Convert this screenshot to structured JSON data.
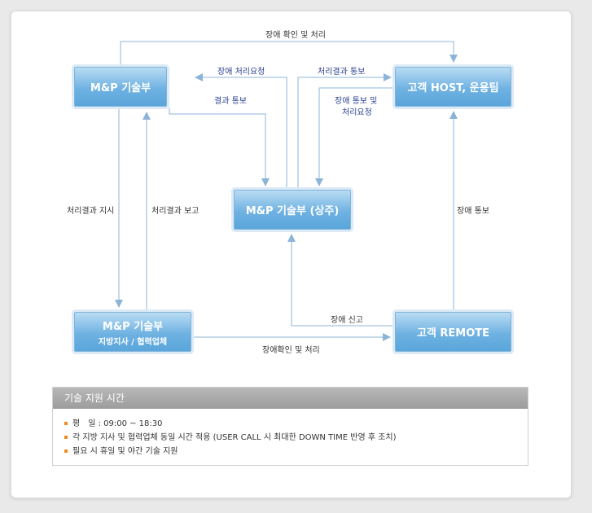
{
  "nodes": {
    "mp_tech": "M&P 기술부",
    "customer_host": "고객 HOST, 운용팀",
    "mp_tech_resident": "M&P 기술부 (상주)",
    "mp_tech_branch": "M&P 기술부",
    "mp_tech_branch_sub": "지방지사 / 협력업체",
    "customer_remote": "고객 REMOTE"
  },
  "edges": {
    "top_confirm": "장애 확인 및 처리",
    "request": "장애 처리요청",
    "result_notify_blue": "결과 통보",
    "result_notify_host": "처리결과 통보",
    "notify_request_1": "장애 통보 및",
    "notify_request_2": "처리요청",
    "result_instruct": "처리결과 지시",
    "result_report": "처리결과 보고",
    "fault_notify": "장애 통보",
    "fault_report": "장애 신고",
    "bottom_confirm": "장애확인 및 처리"
  },
  "support": {
    "title": "기술 지원 시간",
    "items": [
      "평　일 : 09:00 ~ 18:30",
      "각 지방 지사 및 협력업체 동일 시간 적용 (USER CALL 시 최대한 DOWN TIME 반영 후 조치)",
      "필요 시 휴일 및 야간 기술 지원"
    ]
  },
  "colors": {
    "arrow": "#8cb4d8",
    "node_top": "#b9dcf3",
    "node_bottom": "#5aa5db",
    "bullet": "#f08a1f"
  }
}
